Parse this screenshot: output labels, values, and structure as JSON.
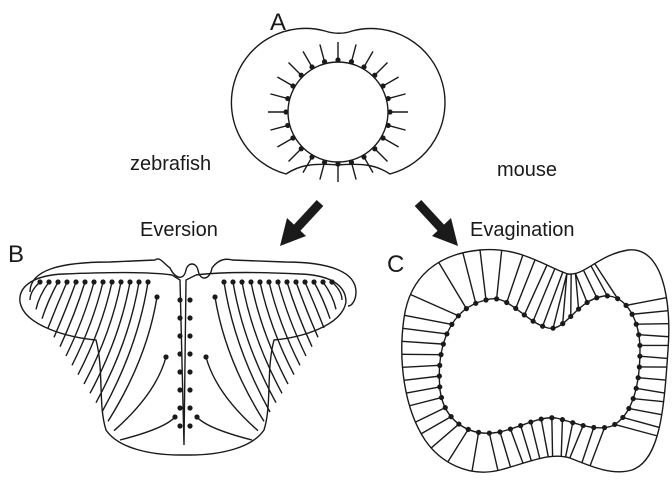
{
  "panels": {
    "a": "A",
    "b": "B",
    "c": "C"
  },
  "labels": {
    "left_species": "zebrafish",
    "right_species": "mouse",
    "left_process": "Eversion",
    "right_process": "Evagination"
  },
  "colors": {
    "line": "#1a1a1a",
    "background": "#ffffff"
  }
}
